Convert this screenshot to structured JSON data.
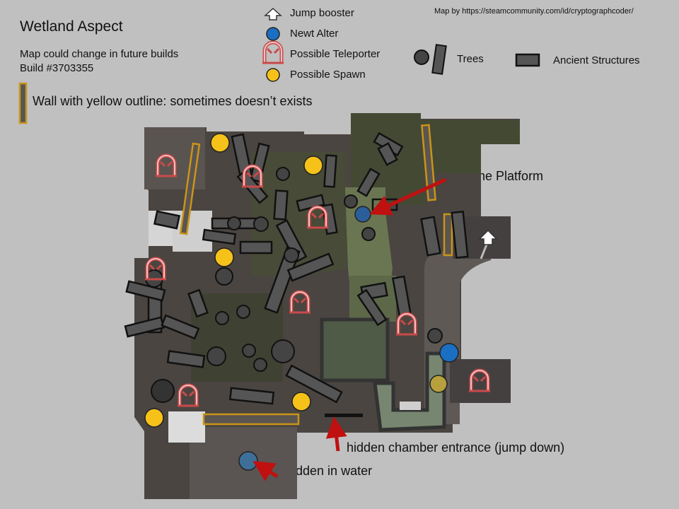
{
  "header": {
    "title": "Wetland Aspect",
    "note_line1": "Map could change in future builds",
    "note_line2": "Build #3703355",
    "credit": "Map by https://steamcommunity.com/id/cryptographcoder/"
  },
  "legend": {
    "jump_booster": "Jump booster",
    "newt_altar": "Newt Alter",
    "teleporter": "Possible Teleporter",
    "spawn": "Possible Spawn",
    "trees": "Trees",
    "structures": "Ancient Structures",
    "wall": "Wall with yellow outline: sometimes doesn’t exists"
  },
  "annotations": {
    "platform": "On the Platform",
    "hidden_chamber": "hidden chamber entrance (jump down)",
    "hidden_water": "hidden in water"
  },
  "colors": {
    "background": "#c0c0c0",
    "ground_dark": "#3e3b37",
    "ground_mid": "#514c48",
    "ground_light": "#6a6561",
    "moss": "#454a34",
    "moss_light": "#6a7651",
    "spawn": "#f6c21a",
    "altar": "#1b6fc2",
    "teleporter": "#d24b4b",
    "wall_outline": "#c99419",
    "arrow": "#c01010"
  },
  "icons": [
    "jump-booster-icon",
    "newt-altar-icon",
    "teleporter-icon",
    "spawn-icon",
    "tree-icon",
    "structure-icon"
  ]
}
